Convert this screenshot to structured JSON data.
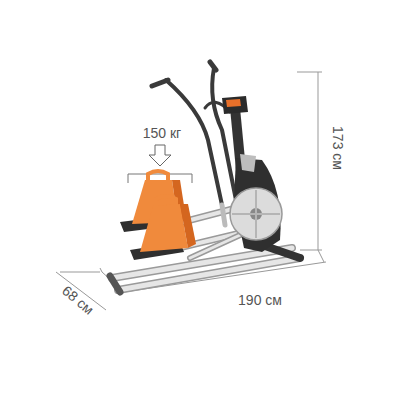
{
  "diagram": {
    "labels": [
      "150 кг",
      "173 см",
      "68 см",
      "190 см"
    ]
  }
}
